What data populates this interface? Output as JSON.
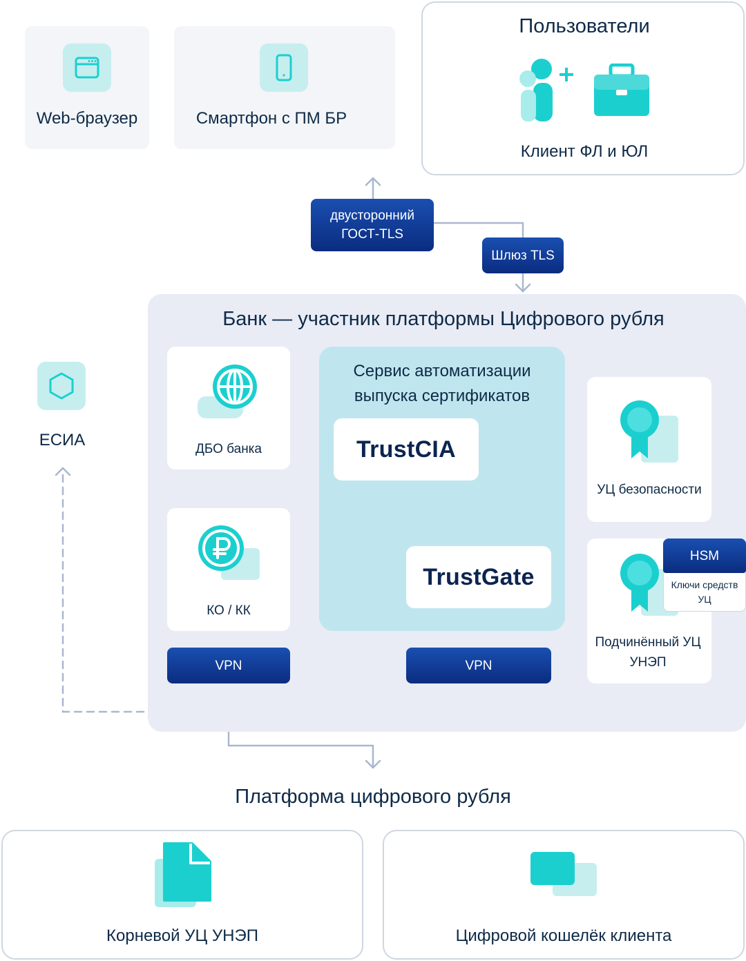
{
  "top": {
    "browser_label": "Web-браузер",
    "phone_label": "Смартфон с ПМ БР",
    "users_title": "Пользователи",
    "users_caption": "Клиент ФЛ и ЮЛ"
  },
  "connections": {
    "gost_tls": "двусторонний ГОСТ-TLS",
    "tls_gateway": "Шлюз TLS",
    "vpn_left": "VPN",
    "vpn_right": "VPN"
  },
  "bank": {
    "title": "Банк — участник платформы Цифрового рубля",
    "dbo_label": "ДБО банка",
    "ko_label": "КО / КК",
    "service_title": "Сервис автоматизации выпуска сертификатов",
    "trustcia": "TrustCIA",
    "trustgate": "TrustGate",
    "uc_security": "УЦ безопасности",
    "hsm": "HSM",
    "hsm_keys": "Ключи средств УЦ",
    "sub_uc": "Подчинённый УЦ УНЭП"
  },
  "esia_label": "ЕСИА",
  "platform": {
    "title": "Платформа цифрового рубля",
    "root_uc": "Корневой УЦ УНЭП",
    "wallet": "Цифровой кошелёк клиента"
  },
  "colors": {
    "accent_teal": "#1ccfcf",
    "navy": "#0a2c80",
    "connector": "#a9b7cf"
  }
}
